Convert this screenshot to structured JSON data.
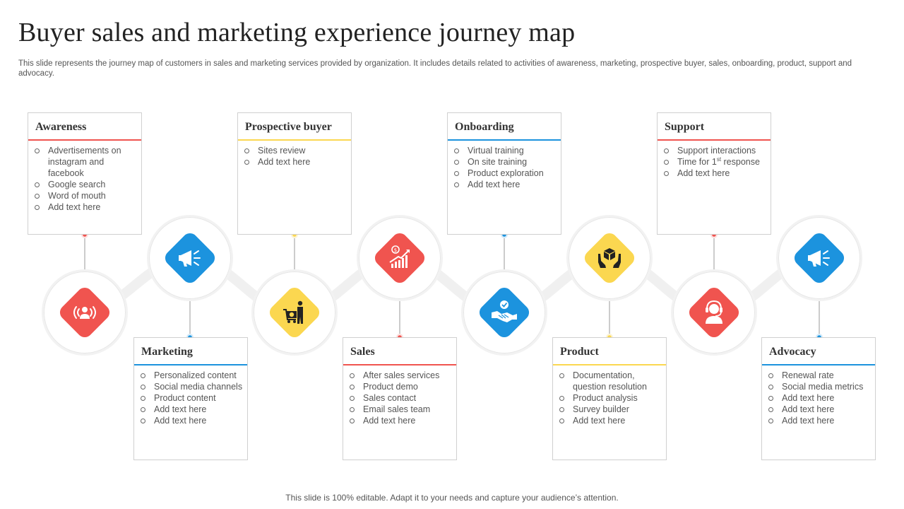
{
  "title": "Buyer sales and marketing experience journey map",
  "subtitle": "This slide represents the journey map of customers in sales and marketing services provided by organization. It includes details related to activities of awareness, marketing, prospective buyer, sales, onboarding, product, support and advocacy.",
  "footer": "This slide is 100% editable. Adapt it to your needs and capture your audience’s attention.",
  "colors": {
    "red": "#f0544f",
    "blue": "#1c93de",
    "yellow": "#fbd750"
  },
  "stages": [
    {
      "title": "Awareness",
      "items": [
        "Advertisements on instagram and facebook",
        "Google search",
        "Word of mouth",
        "Add text here"
      ],
      "color": "#f0544f",
      "icon": "broadcast-person-icon"
    },
    {
      "title": "Marketing",
      "items": [
        "Personalized content",
        "Social media channels",
        "Product content",
        "Add text here",
        "Add text here"
      ],
      "color": "#1c93de",
      "icon": "megaphone-icon"
    },
    {
      "title": "Prospective buyer",
      "items": [
        "Sites review",
        "Add text here"
      ],
      "color": "#fbd750",
      "icon": "shopper-cart-icon"
    },
    {
      "title": "Sales",
      "items": [
        "After sales services",
        "Product demo",
        "Sales contact",
        "Email sales team",
        "Add text here"
      ],
      "color": "#f0544f",
      "icon": "sales-growth-icon"
    },
    {
      "title": "Onboarding",
      "items": [
        "Virtual training",
        "On site training",
        "Product exploration",
        "Add text here"
      ],
      "color": "#1c93de",
      "icon": "handshake-icon"
    },
    {
      "title": "Product",
      "items": [
        "Documentation, question resolution",
        "Product analysis",
        "Survey  builder",
        "Add text here"
      ],
      "color": "#fbd750",
      "icon": "hands-box-icon"
    },
    {
      "title": "Support",
      "items": [
        "Support interactions",
        "Time for 1st response",
        "Add text here"
      ],
      "color": "#f0544f",
      "icon": "headset-agent-icon"
    },
    {
      "title": "Advocacy",
      "items": [
        "Renewal rate",
        "Social media metrics",
        "Add text here",
        "Add text here",
        "Add text here"
      ],
      "color": "#1c93de",
      "icon": "megaphone-icon"
    }
  ]
}
